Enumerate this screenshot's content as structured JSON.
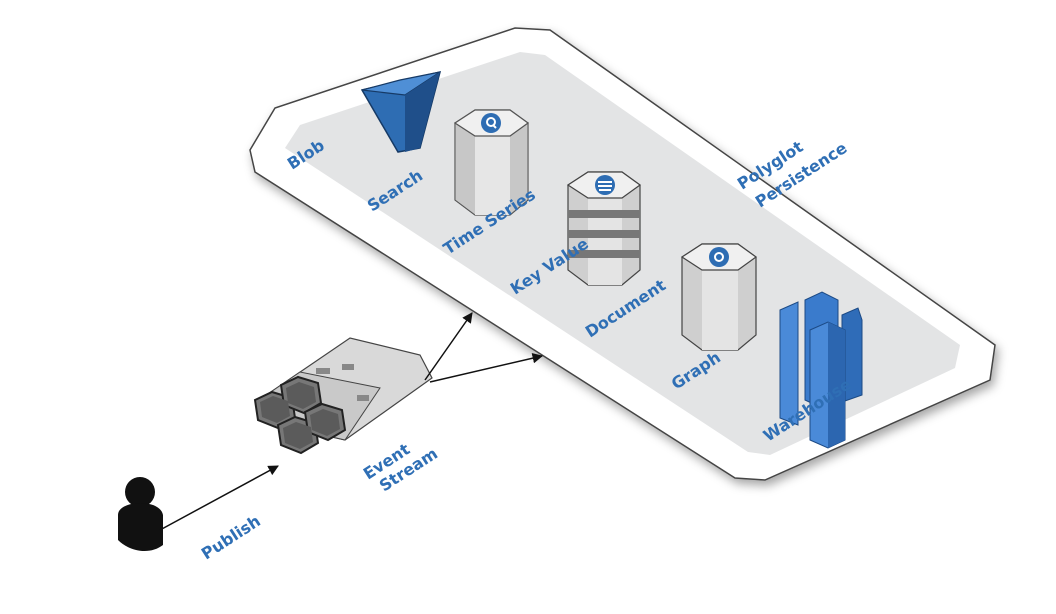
{
  "labels": {
    "blob": "Blob",
    "search": "Search",
    "time_series": "Time Series",
    "key_value": "Key Value",
    "document": "Document",
    "graph": "Graph",
    "warehouse": "Warehouse",
    "polyglot_line1": "Polyglot",
    "polyglot_line2": "Persistence",
    "event_line1": "Event",
    "event_line2": "Stream",
    "publish": "Publish"
  },
  "icons": [
    "user-icon",
    "event-stream-icon",
    "search-bucket-icon",
    "time-series-db-icon",
    "key-value-db-icon",
    "graph-db-icon",
    "warehouse-icon"
  ],
  "colors": {
    "label_blue": "#2f6fb5",
    "platform_fill": "#ffffff",
    "platform_inner": "#e3e4e5",
    "icon_blue": "#2e6db3",
    "icon_gray": "#cfcfcf"
  }
}
